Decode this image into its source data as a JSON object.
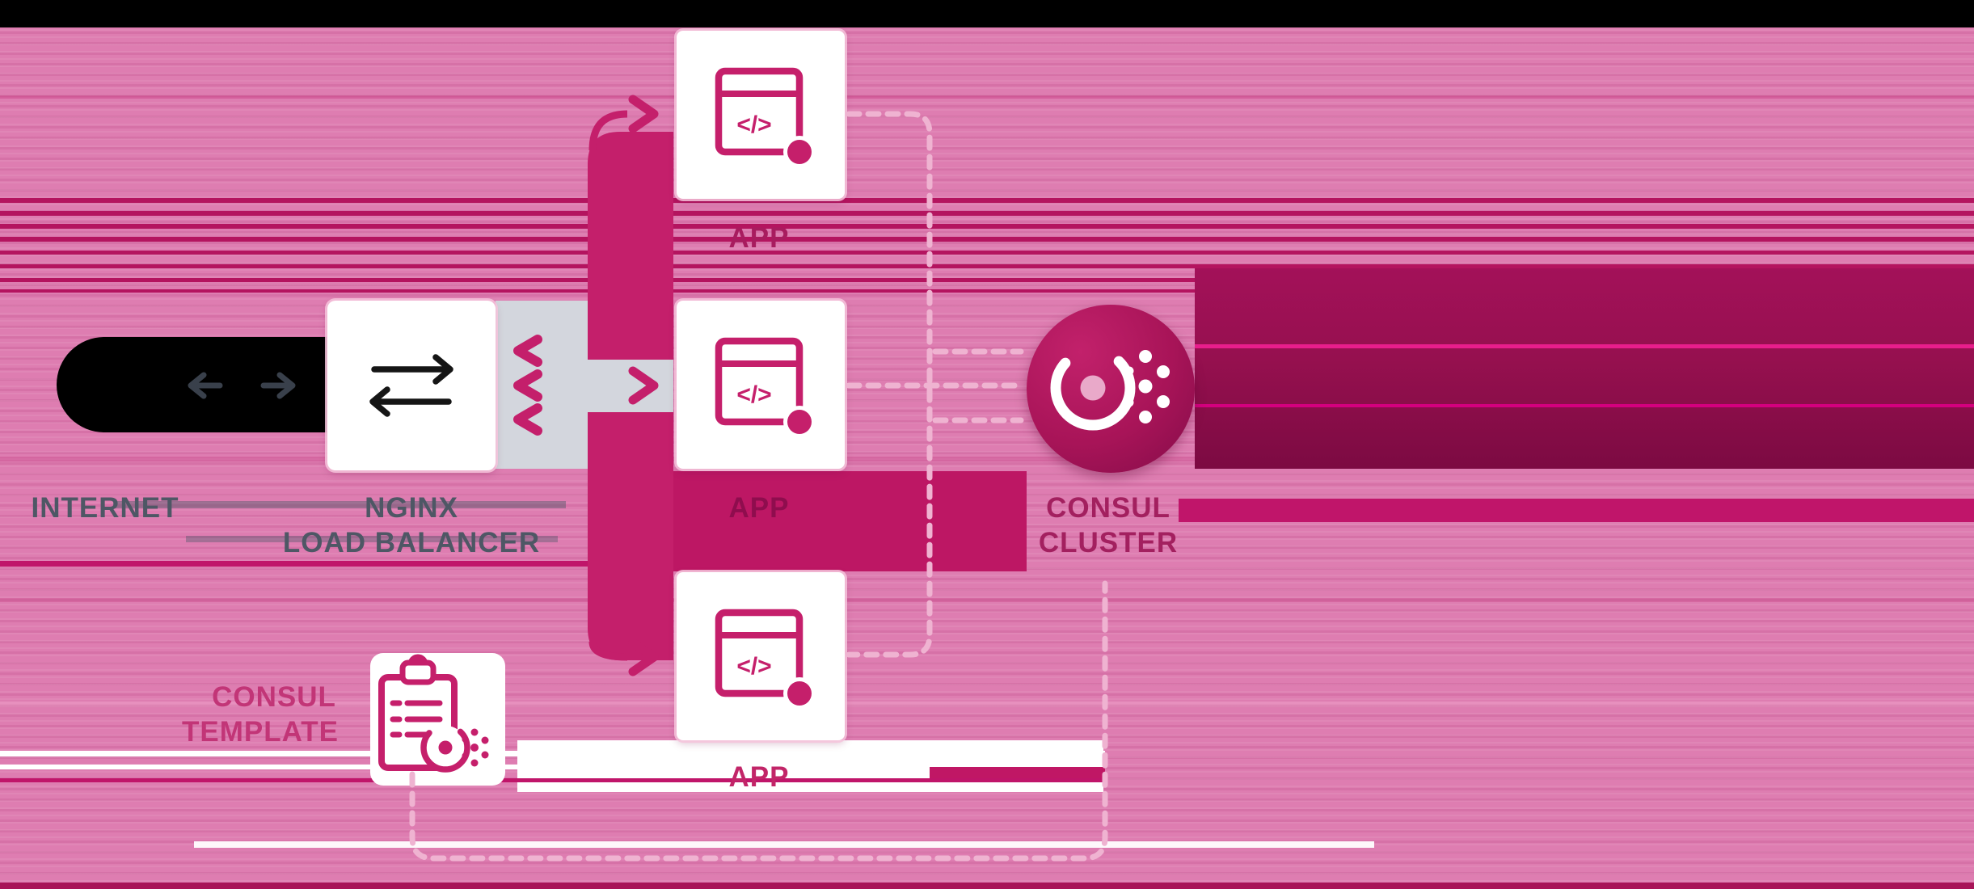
{
  "diagram": {
    "labels": {
      "internet": "INTERNET",
      "nginx_line1": "NGINX",
      "nginx_line2": "LOAD BALANCER",
      "apps": [
        "APP",
        "APP",
        "APP"
      ],
      "consul_cluster_line1": "CONSUL",
      "consul_cluster_line2": "CLUSTER",
      "consul_template_line1": "CONSUL",
      "consul_template_line2": "TEMPLATE"
    },
    "icons": {
      "app_code_glyph": "</>",
      "internet_arrows": "left-right-arrows",
      "nginx_transfer": "bidirectional-transfer-arrows",
      "consul_logo": "consul-dot-cluster-mark",
      "clipboard": "consul-template-clipboard"
    },
    "colors": {
      "magenta": "#c41f6b",
      "mid_band": "#bd1764",
      "dark_band_top": "#a31159",
      "dark_band_bottom": "#7c0a42",
      "label_band": "#c0156a",
      "pink_background": "#de7db1",
      "gray_label": "#4e5765",
      "gray_band": "#d3d6dd",
      "dash_pink": "#efb3d1",
      "black": "#000000",
      "white": "#ffffff",
      "consul_gradient_light": "#c2216b",
      "consul_gradient_dark": "#840c49"
    }
  }
}
